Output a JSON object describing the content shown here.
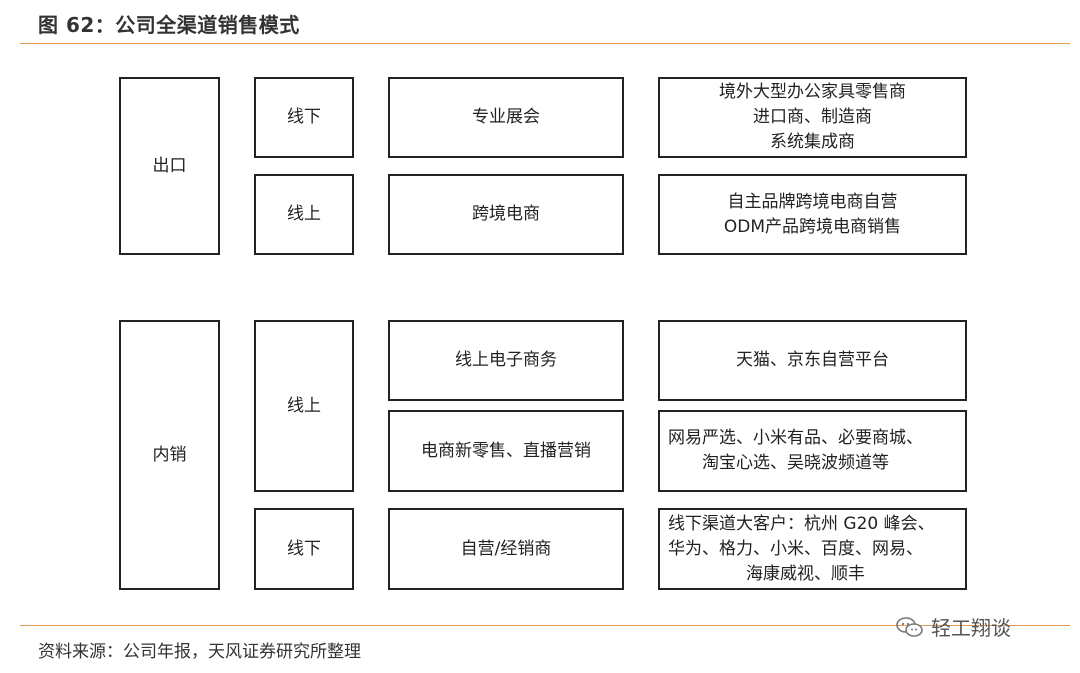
{
  "title": "图 62：公司全渠道销售模式",
  "export": {
    "label": "出口",
    "rows": [
      {
        "channel": "线下",
        "method": "专业展会",
        "detail": [
          "境外大型办公家具零售商",
          "进口商、制造商",
          "系统集成商"
        ]
      },
      {
        "channel": "线上",
        "method": "跨境电商",
        "detail": [
          "自主品牌跨境电商自营",
          "ODM产品跨境电商销售"
        ]
      }
    ]
  },
  "domestic": {
    "label": "内销",
    "online_label": "线上",
    "offline_label": "线下",
    "methods": [
      "线上电子商务",
      "电商新零售、直播营销",
      "自营/经销商"
    ],
    "details": [
      [
        "天猫、京东自营平台"
      ],
      [
        "网易严选、小米有品、必要商城、",
        "淘宝心选、吴晓波频道等"
      ],
      [
        "线下渠道大客户：杭州 G20 峰会、",
        "华为、格力、小米、百度、网易、",
        "海康威视、顺丰"
      ]
    ]
  },
  "source": "资料来源：公司年报，天风证券研究所整理",
  "watermark": "轻工翔谈"
}
